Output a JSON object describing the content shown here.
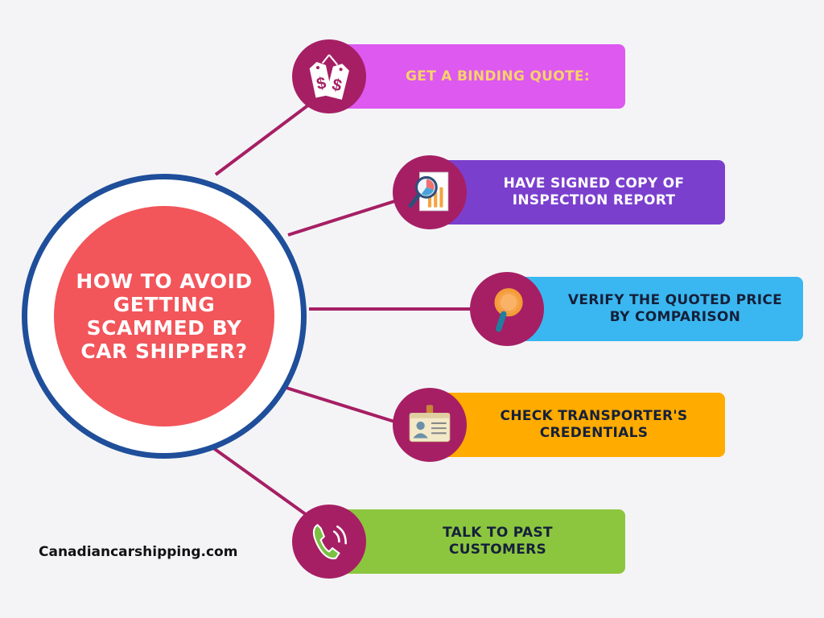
{
  "center": {
    "title": "HOW TO AVOID GETTING SCAMMED BY CAR SHIPPER?"
  },
  "colors": {
    "connector": "#a61f64",
    "ring": "#1f4e9a",
    "center_fill": "#f2555a",
    "icon_circle": "#a61f64"
  },
  "items": [
    {
      "label": "GET A BINDING QUOTE:",
      "icon": "price-tags-icon",
      "bar_color": "#dd59f0",
      "text_color": "#f7d36a"
    },
    {
      "label": "HAVE SIGNED COPY OF INSPECTION REPORT",
      "icon": "report-magnifier-icon",
      "bar_color": "#7b3fce",
      "text_color": "#ffffff"
    },
    {
      "label": "VERIFY THE QUOTED PRICE BY COMPARISON",
      "icon": "magnifying-glass-icon",
      "bar_color": "#3ab7f0",
      "text_color": "#ffffff"
    },
    {
      "label": "CHECK TRANSPORTER'S CREDENTIALS",
      "icon": "id-card-icon",
      "bar_color": "#ffab00",
      "text_color": "#ffffff"
    },
    {
      "label": "TALK TO PAST CUSTOMERS",
      "icon": "phone-icon",
      "bar_color": "#8cc63f",
      "text_color": "#ffffff"
    }
  ],
  "footer": {
    "brand": "Canadiancarshipping.com"
  }
}
